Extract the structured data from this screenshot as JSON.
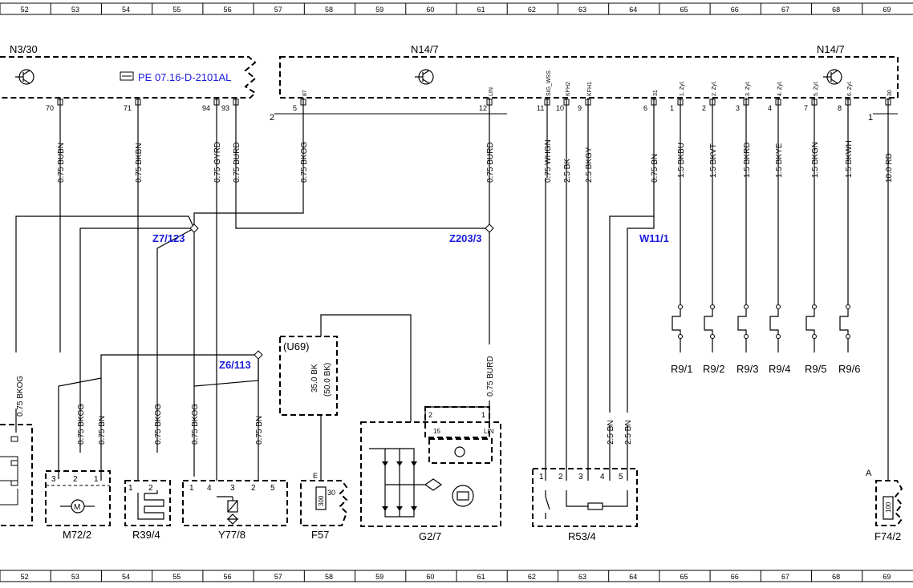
{
  "grid_numbers": [
    "52",
    "53",
    "54",
    "55",
    "56",
    "57",
    "58",
    "59",
    "60",
    "61",
    "62",
    "63",
    "64",
    "65",
    "66",
    "67",
    "68",
    "69"
  ],
  "modules": {
    "n3_30": "N3/30",
    "n14_7_left": "N14/7",
    "n14_7_right": "N14/7",
    "ref_link": "PE 07.16-D-2101AL"
  },
  "pins": {
    "n3_30": [
      "70",
      "71",
      "94",
      "93"
    ],
    "n14_7": [
      {
        "num": "5",
        "name": "87"
      },
      {
        "num": "12",
        "name": "LIN"
      },
      {
        "num": "11",
        "name": "SIG_WSS"
      },
      {
        "num": "10",
        "name": "KFH2"
      },
      {
        "num": "9",
        "name": "KFH1"
      },
      {
        "num": "6",
        "name": "31"
      },
      {
        "num": "1",
        "name": "1. Zyl."
      },
      {
        "num": "2",
        "name": "2. Zyl."
      },
      {
        "num": "3",
        "name": "3. Zyl."
      },
      {
        "num": "4",
        "name": "4. Zyl."
      },
      {
        "num": "7",
        "name": "5. Zyl."
      },
      {
        "num": "8",
        "name": "6. Zyl."
      },
      {
        "num": "",
        "name": "30"
      }
    ],
    "connector_2": "2",
    "connector_1": "1"
  },
  "wires_top": [
    "0.75 BUBN",
    "0.75 BKBN",
    "0.75 GYRD",
    "0.75 BURD",
    "0.75 BKOG",
    "0.75 BURD",
    "0.75 WHGN",
    "2.5 BK",
    "2.5 BKGY",
    "0.75 BN",
    "1.5 BKBU",
    "1.5 BKVT",
    "1.5 BKRD",
    "1.5 BKYE",
    "1.5 BKGN",
    "1.5 BKWH",
    "10.0 RD"
  ],
  "splices": {
    "z7": "Z7/123",
    "z203": "Z203/3",
    "w11": "W11/1",
    "z6": "Z6/113"
  },
  "wires_bottom": {
    "left_bkog": "0.75 BKOG",
    "m72_bkog": "0.75 BKOG",
    "m72_bn": "0.75 BN",
    "r39_bkog": "0.75 BKOG",
    "y77_bkog": "0.75 BKOG",
    "y77_bn": "0.75 BN",
    "g2_burd": "0.75 BURD",
    "r53_bn1": "2.5 BN",
    "r53_bn2": "2.5 BN",
    "u69_wire1": "35.0 BK",
    "u69_wire2": "(50.0 BK)"
  },
  "u69": "(U69)",
  "glow_plugs": [
    "R9/1",
    "R9/2",
    "R9/3",
    "R9/4",
    "R9/5",
    "R9/6"
  ],
  "components": {
    "m72": "M72/2",
    "r39": "R39/4",
    "y77": "Y77/8",
    "f57": "F57",
    "g2": "G2/7",
    "r53": "R53/4",
    "f74": "F74/2"
  },
  "component_pins": {
    "m72": [
      "3",
      "2",
      "1"
    ],
    "r39": [
      "1",
      "2"
    ],
    "y77": [
      "1",
      "4",
      "3",
      "2",
      "5"
    ],
    "f57": [
      "E",
      "30",
      "300"
    ],
    "g2": [
      "2",
      "1",
      "15",
      "LIN"
    ],
    "r53": [
      "1",
      "2",
      "3",
      "4",
      "5"
    ],
    "f74": [
      "A",
      "100"
    ]
  }
}
